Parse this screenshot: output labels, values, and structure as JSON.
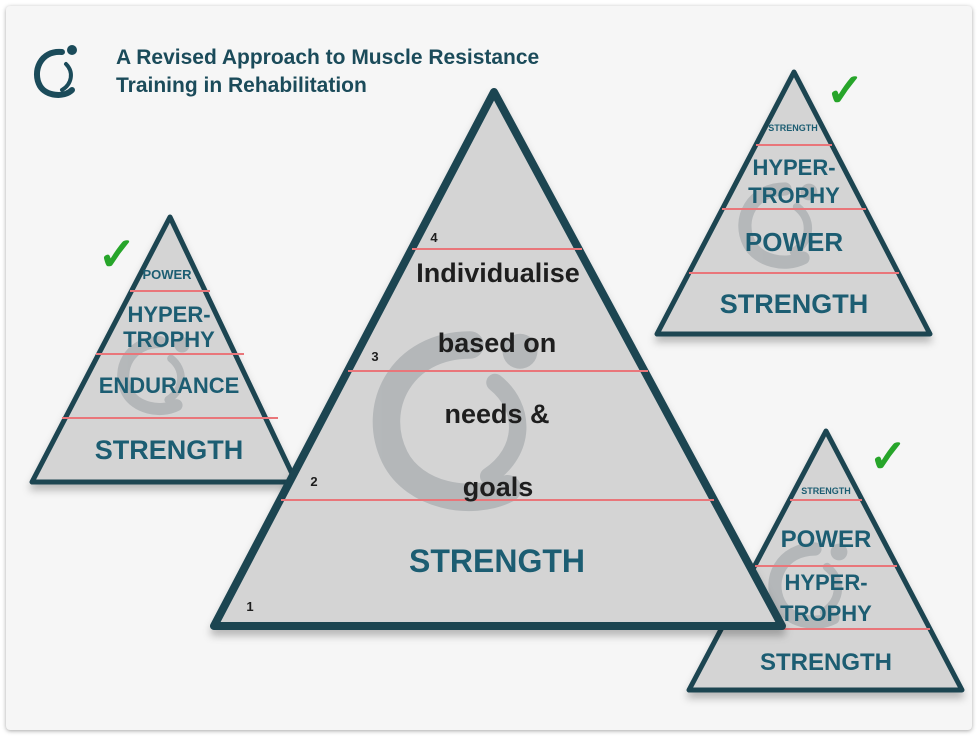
{
  "title": {
    "line1": "A Revised Approach to Muscle Resistance",
    "line2": "Training in Rehabilitation"
  },
  "logo": {
    "icon": "figure-swirl-logo-icon"
  },
  "colors": {
    "border": "#1d4451",
    "fill": "#d4d4d4",
    "divider": "#e9767a",
    "text_teal": "#1c5d72",
    "text_dark": "#1e1e1e",
    "check": "#27a52a",
    "title": "#1b4b5a",
    "watermark": "#9aa0a4"
  },
  "pyramids": {
    "main": {
      "levels": {
        "l1": "1",
        "l2": "2",
        "l3": "3",
        "l4": "4"
      },
      "base": "STRENGTH",
      "message": {
        "line1": "Individualise",
        "line2": "based on",
        "line3": "needs &",
        "line4": "goals"
      }
    },
    "left": {
      "check": "✓",
      "top": "POWER",
      "hyper1": "HYPER-",
      "hyper2": "TROPHY",
      "third": "ENDURANCE",
      "base": "STRENGTH"
    },
    "top_right": {
      "check": "✓",
      "top": "STRENGTH",
      "hyper1": "HYPER-",
      "hyper2": "TROPHY",
      "third": "POWER",
      "base": "STRENGTH"
    },
    "bottom_right": {
      "check": "✓",
      "top": "STRENGTH",
      "second": "POWER",
      "hyper1": "HYPER-",
      "hyper2": "TROPHY",
      "base": "STRENGTH"
    }
  }
}
